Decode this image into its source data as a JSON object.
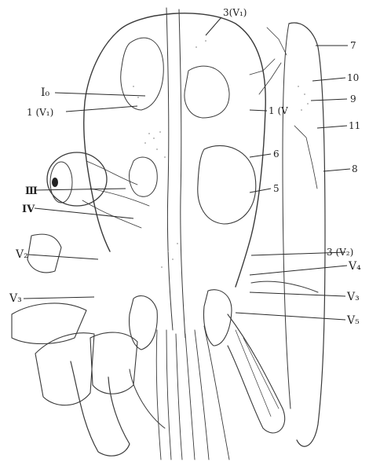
{
  "figure": {
    "subject": "anatomical line drawing: dorsal view of head with cranial nerves and musculature",
    "labels": {
      "top": "3(V₁)",
      "left_Io": "I₀",
      "left_1V1": "1 (V₁)",
      "left_III": "Ⅲ",
      "left_IV": "IV",
      "left_V2": "V₂",
      "left_V3": "V₃",
      "right_7": "7",
      "right_10": "10",
      "right_9": "9",
      "right_1V": "1 (V",
      "right_11": "11",
      "right_6": "6",
      "right_8": "8",
      "right_5": "5",
      "right_3V2": "3 (V₂)",
      "right_V4": "V₄",
      "right_V3": "V₃",
      "right_V5": "V₅"
    }
  }
}
